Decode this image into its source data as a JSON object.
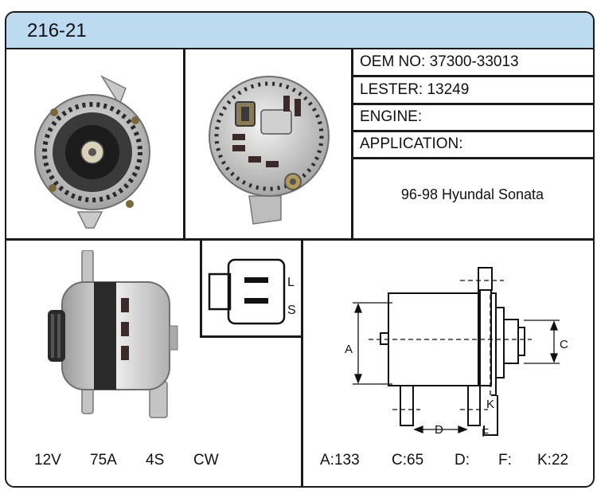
{
  "header": {
    "title": "216-21",
    "background": "#bcdaf0"
  },
  "info": {
    "oem_label": "OEM NO:",
    "oem_value": "37300-33013",
    "lester_label": "LESTER:",
    "lester_value": "13249",
    "engine_label": "ENGINE:",
    "application_label": "APPLICATION:",
    "application_value": "96-98 Hyundal Sonata"
  },
  "connector": {
    "terminal_top": "L",
    "terminal_bottom": "S"
  },
  "specs_left": {
    "voltage": "12V",
    "amperage": "75A",
    "pulley": "4S",
    "rotation": "CW"
  },
  "specs_right": {
    "a": "A:133",
    "c": "C:65",
    "d": "D:",
    "f": "F:",
    "k": "K:22"
  },
  "diagram_labels": {
    "a": "A",
    "c": "C",
    "d": "D",
    "f": "F",
    "k": "K"
  }
}
